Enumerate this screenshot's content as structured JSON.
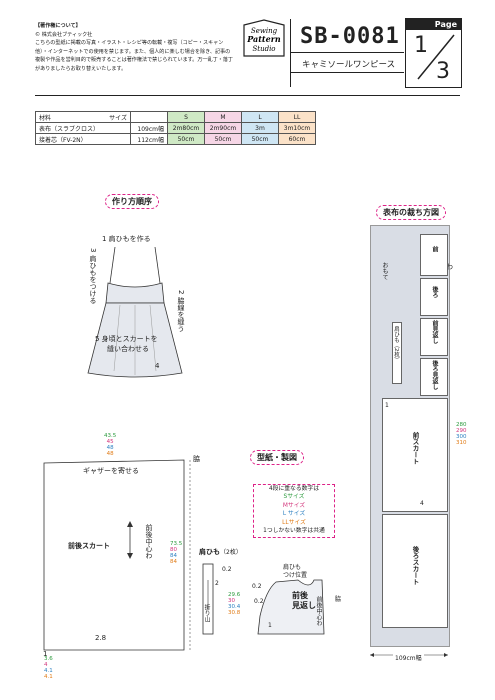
{
  "copyright": {
    "title": "【著作権について】",
    "company": "© 株式会社ブティック社",
    "body": "こちらの型紙に掲載の写真・イラスト・レシピ等の転載・複写（コピー・スキャン他）・インターネットでの使用を禁じます。また、個人的に楽しむ場合を除き、記事の複製や作品を営利目的で販売することは著作権法で禁じられています。万一乱丁・落丁がありましたらお取り替えいたします。"
  },
  "logo": {
    "line1": "Sewing",
    "line2": "Pattern",
    "line3": "Studio"
  },
  "pattern": {
    "code": "SB-0081",
    "name": "キャミソールワンピース"
  },
  "page": {
    "label": "Page",
    "current": "1",
    "total": "3"
  },
  "materials": {
    "header": {
      "item": "材料",
      "size": "サイズ",
      "s": "S",
      "m": "M",
      "l": "L",
      "ll": "LL"
    },
    "rows": [
      {
        "name": "表布（スラブクロス）",
        "width": "109cm幅",
        "s": "2m80cm",
        "m": "2m90cm",
        "l": "3m",
        "ll": "3m10cm"
      },
      {
        "name": "接着芯（FV-2N）",
        "width": "112cm幅",
        "s": "50cm",
        "m": "50cm",
        "l": "50cm",
        "ll": "60cm"
      }
    ]
  },
  "sections": {
    "order": "作り方順序",
    "pattern": "型紙・製図",
    "layout": "表布の裁ち方図"
  },
  "steps": {
    "s1": "1 肩ひもを作る",
    "s2": "2 脇線を縫う",
    "s3": "3 肩ひもをつける",
    "s4": "4",
    "s5a": "5 身頃とスカートを",
    "s5b": "縫い合わせる"
  },
  "skirt": {
    "title": "前後スカート",
    "gather": "ギャザーを寄せる",
    "center": "前後中心わ",
    "top_measure": [
      "43.5",
      "45",
      "48",
      "48"
    ],
    "len_measure": [
      "73.5",
      "80",
      "84",
      "84"
    ],
    "bottom_measure": [
      "3.6",
      "4",
      "4.1",
      "4.1"
    ],
    "hem": "2.8",
    "one": "1",
    "side_mark": "脇"
  },
  "strap": {
    "title": "肩ひも",
    "count": "（2枚）",
    "fold": "折り山",
    "w": "0.2",
    "len": [
      "29.6",
      "30",
      "30.4",
      "30.8"
    ],
    "two": "2"
  },
  "facing": {
    "strap_pos1": "肩ひも",
    "strap_pos2": "つけ位置",
    "title1": "前後",
    "title2": "見返し",
    "center": "前後中心わ",
    "side": "脇",
    "d1": "0.2",
    "d2": "0.2",
    "d3": "1"
  },
  "legend": {
    "line1": "4段に重なる数字は",
    "s": "Sサイズ",
    "m": "Mサイズ",
    "l": "L サイズ",
    "ll": "LLサイズ",
    "common": "1つしかない数字は共通"
  },
  "layout": {
    "fold": "わ",
    "omote": "おもて",
    "front": "前",
    "back": "後ろ",
    "front_facing": "前見返し",
    "back_facing": "後ろ見返し",
    "strap": "肩ひも（2枚）",
    "front_skirt": "前スカート",
    "back_skirt": "後ろスカート",
    "width": "109cm幅",
    "len": [
      "280",
      "290",
      "300",
      "310"
    ],
    "one": "1",
    "four": "4"
  }
}
